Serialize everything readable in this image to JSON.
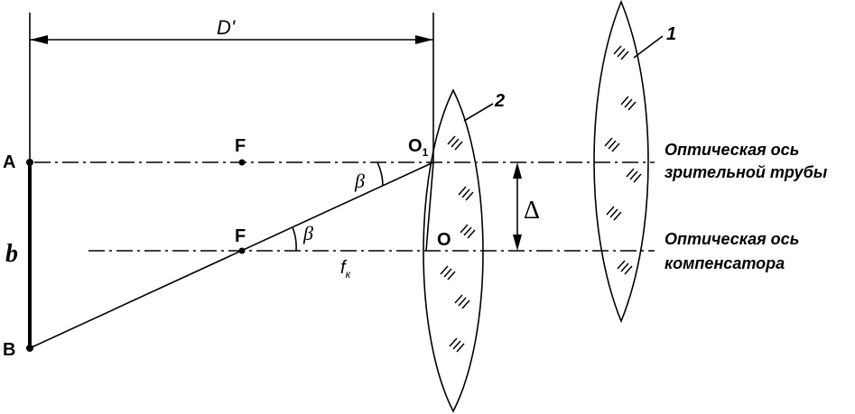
{
  "labels": {
    "dim_d": "D'",
    "point_a": "A",
    "point_b": "B",
    "segment_b": "b",
    "focus_top": "F",
    "focus_bottom": "F",
    "center_o1": "O",
    "center_o1_sub": "1",
    "center_o": "O",
    "angle_beta_top": "β",
    "angle_beta_bottom": "β",
    "focal_length": "f",
    "focal_length_sub": "к",
    "delta": "Δ",
    "lens_1": "1",
    "lens_2": "2",
    "axis_telescope_line1": "Оптическая ось",
    "axis_telescope_line2": "зрительной трубы",
    "axis_compensator_line1": "Оптическая ось",
    "axis_compensator_line2": "компенсатора"
  }
}
